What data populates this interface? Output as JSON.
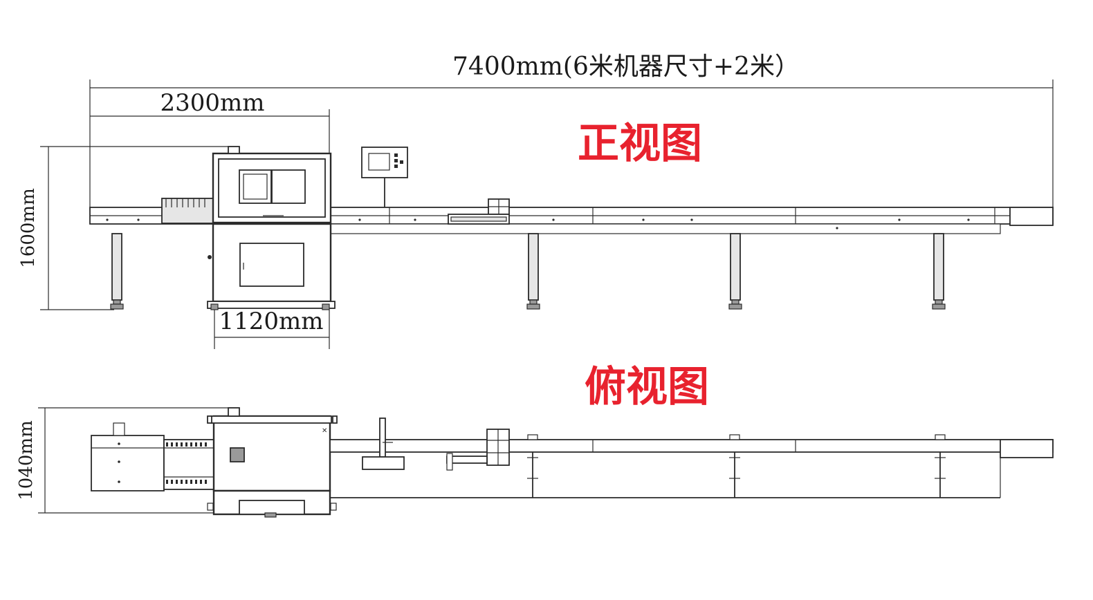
{
  "dimensions": {
    "overall_length": "7400mm(6米机器尺寸+2米）",
    "infeed_length": "2300mm",
    "front_height": "1600mm",
    "body_width": "1120mm",
    "top_depth": "1040mm"
  },
  "views": {
    "front_title": "正视图",
    "top_title": "俯视图"
  },
  "colors": {
    "line": "#2a2a2a",
    "title": "#e8222e"
  }
}
